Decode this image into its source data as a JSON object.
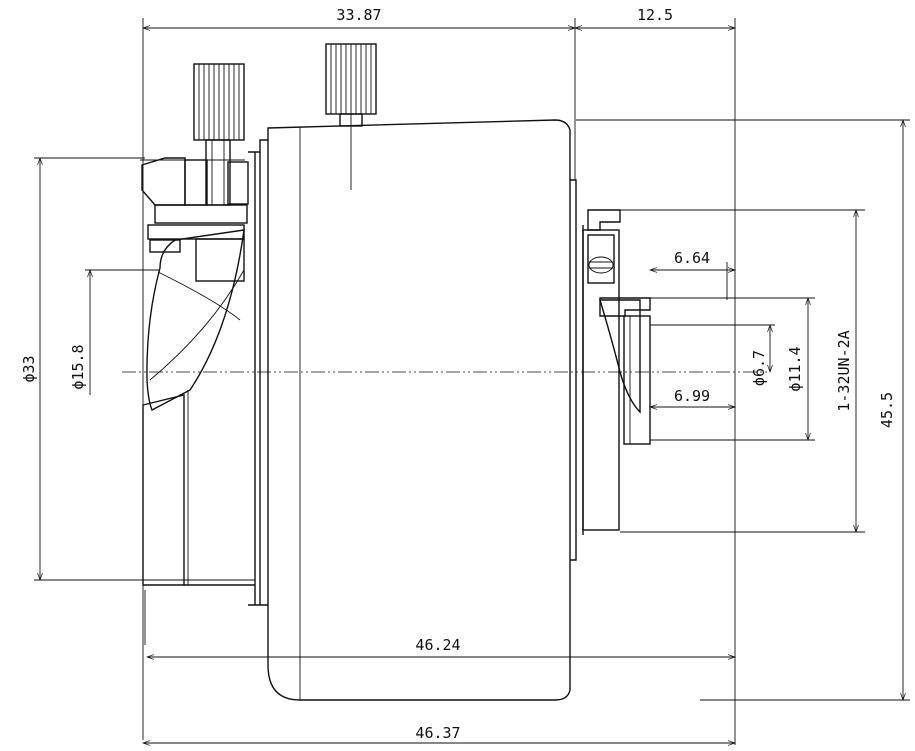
{
  "dimensions": {
    "top_body_length": "33.87",
    "top_mount_length": "12.5",
    "front_diameter": "ϕ33",
    "front_inner_diameter": "ϕ15.8",
    "rear_depth_upper": "6.64",
    "rear_depth_lower": "6.99",
    "rear_diameter_small": "ϕ6.7",
    "rear_diameter_mid": "ϕ11.4",
    "thread_spec": "1-32UN-2A",
    "overall_height": "45.5",
    "length_inner": "46.24",
    "length_overall": "46.37"
  }
}
